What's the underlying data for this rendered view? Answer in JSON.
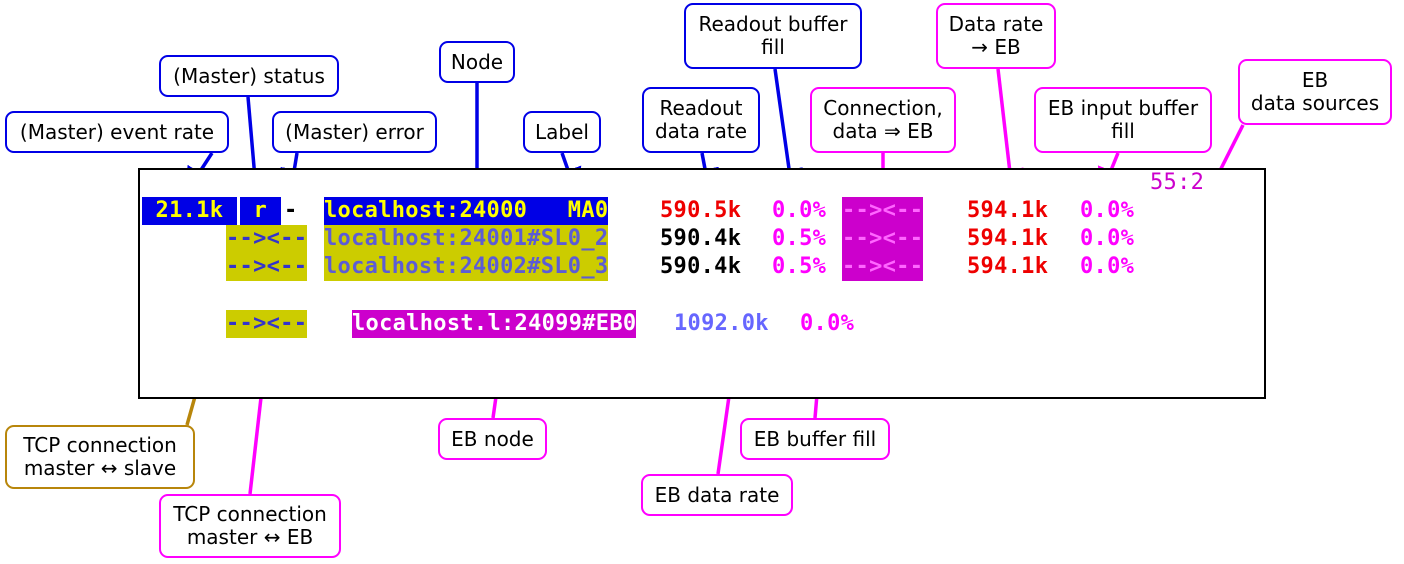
{
  "callouts": {
    "master_event_rate": "(Master) event rate",
    "master_status": "(Master) status",
    "master_error": "(Master) error",
    "node": "Node",
    "label": "Label",
    "readout_data_rate": "Readout\ndata rate",
    "readout_buffer_fill": "Readout buffer\nfill",
    "connection_data_eb": "Connection,\ndata ⇒ EB",
    "data_rate_eb": "Data rate\n→ EB",
    "eb_input_buffer_fill": "EB input buffer\nfill",
    "eb_data_sources": "EB\ndata sources",
    "tcp_master_slave": "TCP connection\nmaster ↔ slave",
    "tcp_master_eb": "TCP connection\nmaster ↔ EB",
    "eb_node": "EB node",
    "eb_data_rate": "EB data rate",
    "eb_buffer_fill": "EB buffer fill"
  },
  "screen": {
    "counter": "55:2",
    "rows": [
      {
        "event_rate": " 21.1k ",
        "status": " r ",
        "error": "-",
        "node": "localhost:24000   MA0",
        "readout_rate": "590.5k",
        "readout_fill": "0.0%",
        "connection": "--><--",
        "eb_rate": "594.1k",
        "eb_fill": "0.0%"
      },
      {
        "tcp": "--><--",
        "node": "localhost:24001#SL0_2",
        "readout_rate": "590.4k",
        "readout_fill": "0.5%",
        "connection": "--><--",
        "eb_rate": "594.1k",
        "eb_fill": "0.0%"
      },
      {
        "tcp": "--><--",
        "node": "localhost:24002#SL0_3",
        "readout_rate": "590.4k",
        "readout_fill": "0.5%",
        "connection": "--><--",
        "eb_rate": "594.1k",
        "eb_fill": "0.0%"
      }
    ],
    "eb_row": {
      "tcp": "--><--",
      "node": "localhost.l:24099#EB0",
      "rate": "1092.0k",
      "fill": "0.0%"
    }
  },
  "colors": {
    "blue": "#0000e6",
    "magenta": "#ff00ff",
    "gold": "#b8860b",
    "red": "#ee0000",
    "olive": "#cccc00",
    "periwinkle": "#5c5cd6"
  }
}
